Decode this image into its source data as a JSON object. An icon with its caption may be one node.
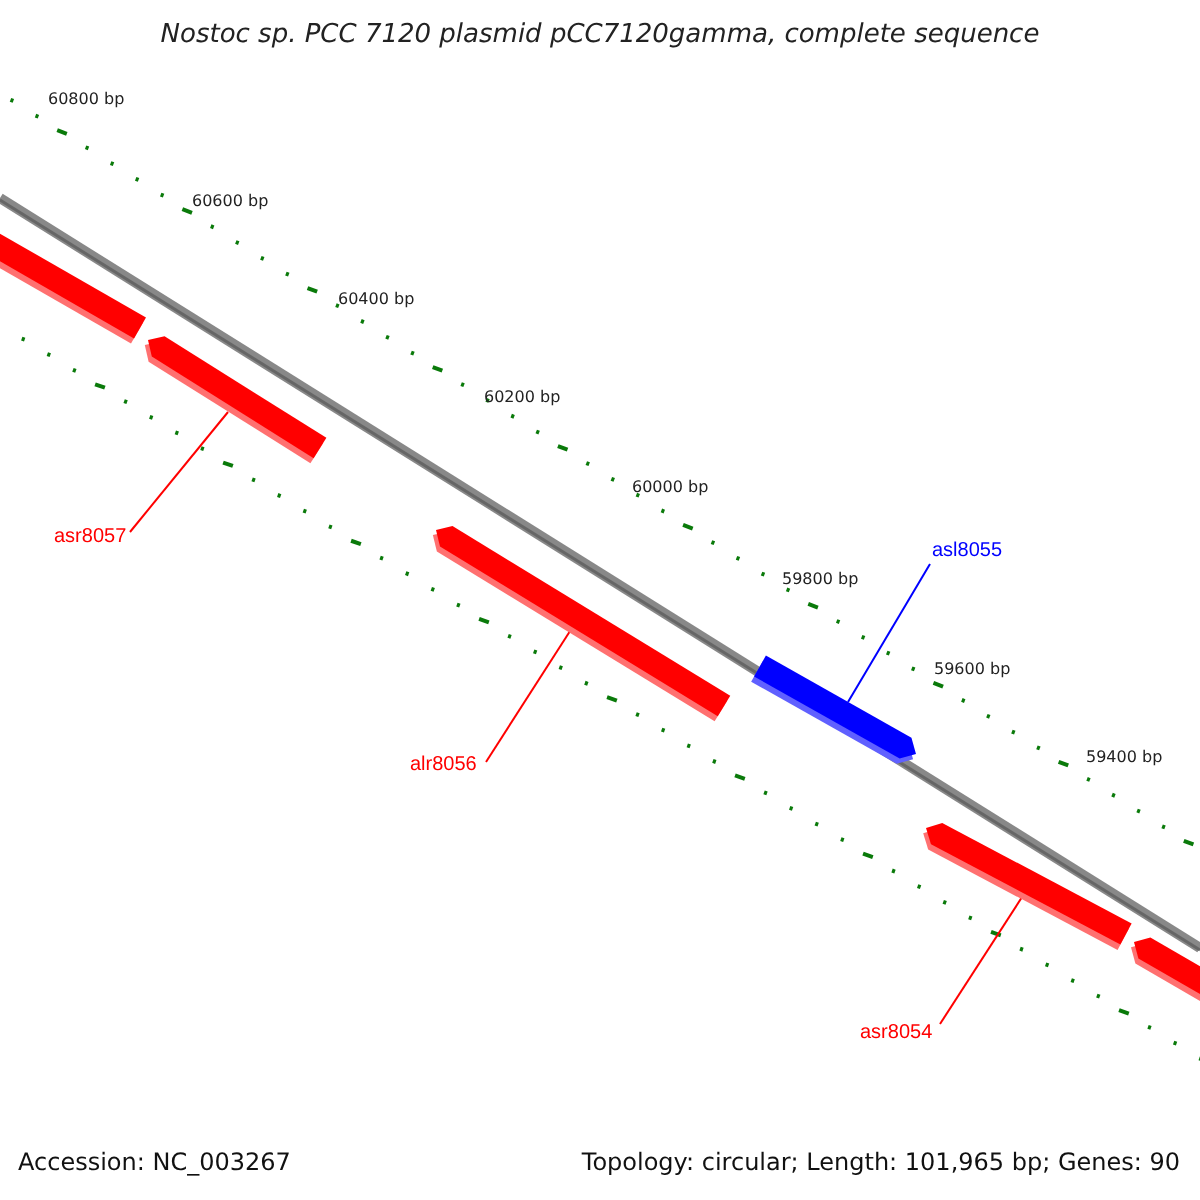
{
  "diagram": {
    "title": "Nostoc sp. PCC 7120 plasmid pCC7120gamma, complete sequence",
    "nodes": [
      {
        "text": [],
        "shape": "bar"
      },
      {
        "text": [],
        "shape": "bar"
      },
      {
        "text": [],
        "shape": "bar"
      },
      {
        "text": [],
        "shape": "bar"
      },
      {
        "text": [],
        "shape": "bar"
      },
      {
        "text": [],
        "shape": "bar"
      },
      {
        "text": [
          "asr8057"
        ]
      },
      {
        "text": [
          "alr8056"
        ]
      },
      {
        "text": [
          "asl8055"
        ]
      },
      {
        "text": [
          "asr8054"
        ]
      }
    ],
    "edges": [
      {
        "from": 6,
        "to": 1,
        "arrow": "none"
      },
      {
        "from": 7,
        "to": 2,
        "arrow": "none"
      },
      {
        "from": 8,
        "to": 3,
        "arrow": "none",
        "color": "#0000ff"
      },
      {
        "from": 9,
        "to": 4,
        "arrow": "none"
      }
    ],
    "labels": [
      "60800 bp",
      "60600 bp",
      "60400 bp",
      "60200 bp",
      "60000 bp",
      "59800 bp",
      "59600 bp",
      "59400 bp",
      "Accession: NC_003267",
      "Topology: circular; Length: 101,965 bp; Genes: 90"
    ]
  }
}
